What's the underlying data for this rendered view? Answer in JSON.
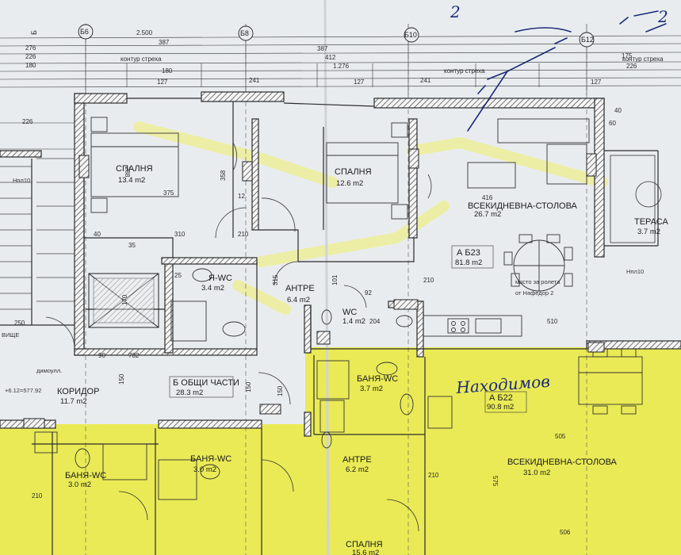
{
  "grid_labels": [
    "Б6",
    "Б8",
    "Б10",
    "Б12",
    "Б"
  ],
  "contour_label": "контур стреха",
  "top_dims": [
    "2.500",
    "387",
    "387",
    "412",
    "1.276",
    "276",
    "226",
    "180",
    "226",
    "175",
    "226",
    "180",
    "127",
    "127",
    "127",
    "241",
    "241",
    "40"
  ],
  "rooms": {
    "spalnya1": {
      "name": "СПАЛНЯ",
      "area": "13.4 m2"
    },
    "spalnya2": {
      "name": "СПАЛНЯ",
      "area": "12.6 m2"
    },
    "vsekid1": {
      "name": "ВСЕКИДНЕВНА-СТОЛОВА",
      "area": "26.7 m2"
    },
    "apt523": {
      "name": "А Б23",
      "area": "81.8 m2"
    },
    "terasa": {
      "name": "ТЕРАСА",
      "area": "3.7 m2"
    },
    "wc1": {
      "name": "Я-WC",
      "area": "3.4 m2"
    },
    "antre1": {
      "name": "АНТРЕ",
      "area": "6.4 m2"
    },
    "wc2": {
      "name": "WC",
      "area": "1.4 m2"
    },
    "obshti": {
      "name": "Б ОБЩИ ЧАСТИ",
      "area": "28.3 m2"
    },
    "koridor": {
      "name": "КОРИДОР",
      "area": "11.7 m2"
    },
    "banya1": {
      "name": "БАНЯ-WC",
      "area": "3.7 m2"
    },
    "apt522": {
      "name": "А Б22",
      "area": "90.8 m2"
    },
    "banya2": {
      "name": "БАНЯ-WC",
      "area": "3.0 m2"
    },
    "banya3": {
      "name": "БАНЯ-WC",
      "area": "3.0 m2"
    },
    "antre2": {
      "name": "АНТРЕ",
      "area": "6.2 m2"
    },
    "vsekid2": {
      "name": "ВСЕКИДНЕВНА-СТОЛОВА",
      "area": "31.0 m2"
    },
    "spalnya3": {
      "name": "СПАЛНЯ",
      "area": "15.6 m2"
    }
  },
  "handwritten": {
    "main": "Находимов",
    "top": "2",
    "num": "2"
  },
  "notes": {
    "parking1": "място за ролета",
    "parking2": "от Нафедор 2",
    "level": "+6.12=577.92",
    "hmo": "Hпл10",
    "dimopull": "димоулл.",
    "vshte": "ВИЩЕ"
  },
  "dims": [
    "288",
    "375",
    "358",
    "310",
    "210",
    "150",
    "170",
    "782",
    "90",
    "315",
    "101",
    "204",
    "92",
    "510",
    "505",
    "575",
    "210",
    "506",
    "416",
    "60",
    "12",
    "25",
    "35",
    "250",
    "40"
  ],
  "colors": {
    "paper": "#e9ecef",
    "highlight": "#e9ea4a",
    "wall": "#2b2b2b",
    "hatch": "#7a7a7a",
    "ink": "#1b2a7a"
  }
}
